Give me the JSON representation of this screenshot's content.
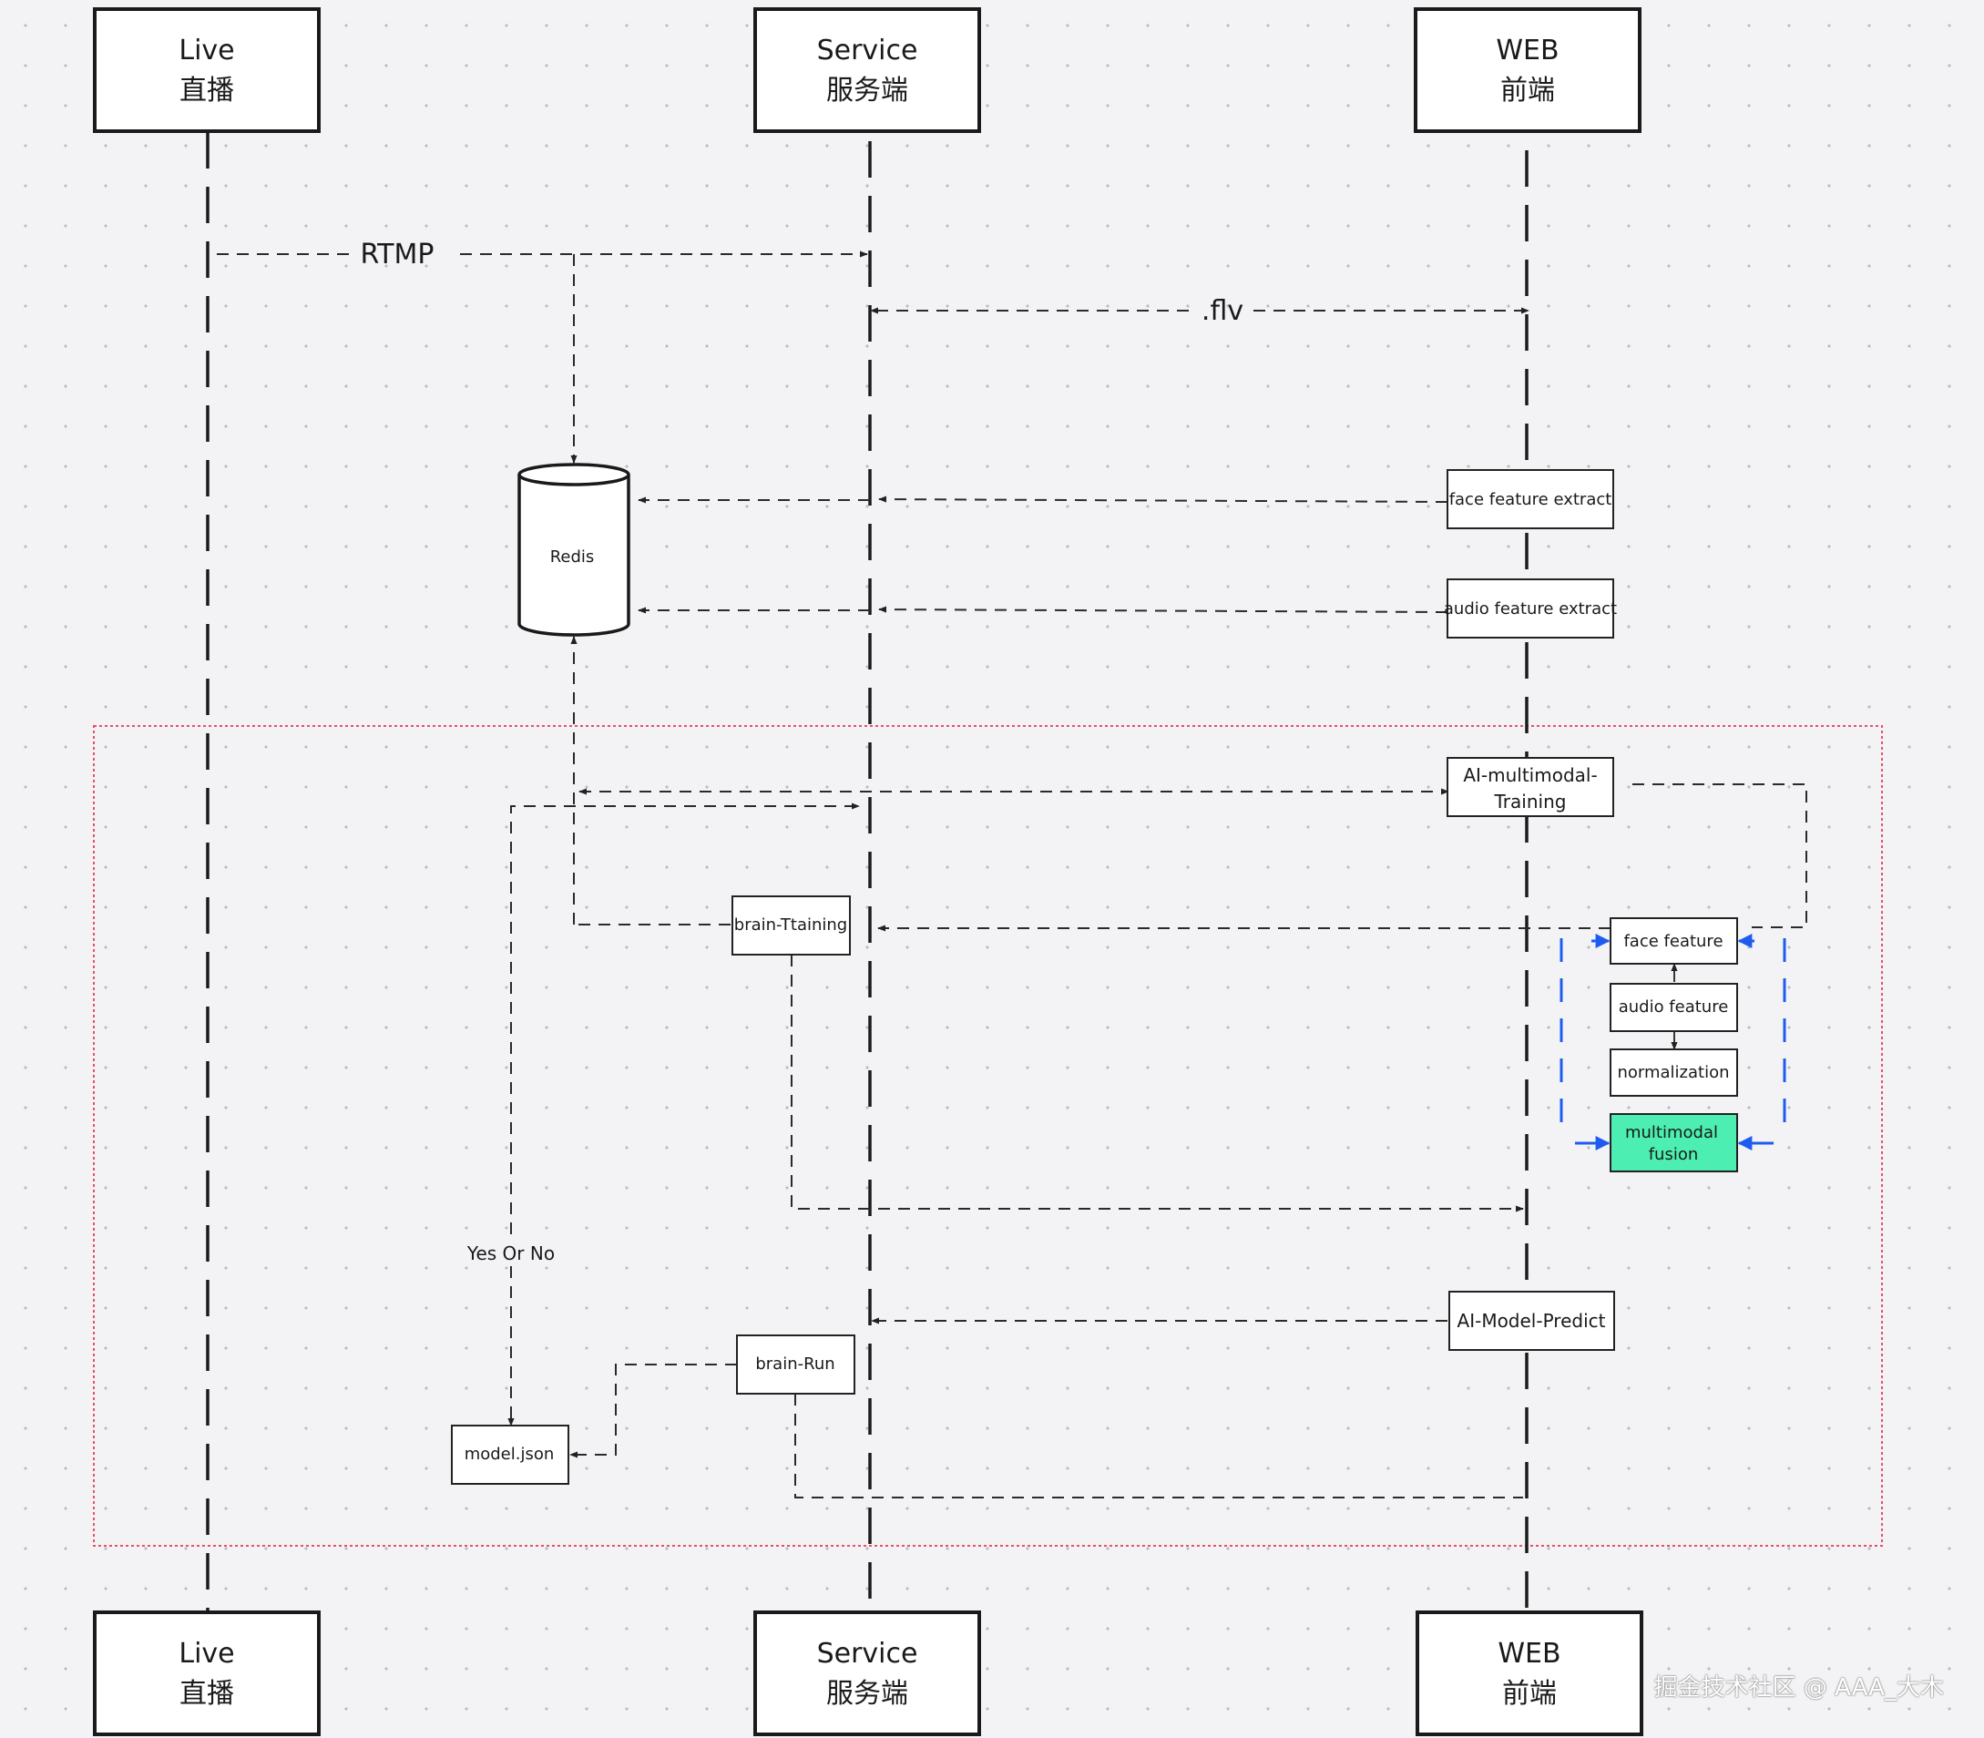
{
  "participants": [
    {
      "name": "Live",
      "sub": "直播"
    },
    {
      "name": "Service",
      "sub": "服务端"
    },
    {
      "name": "WEB",
      "sub": "前端"
    }
  ],
  "messages": {
    "rtmp": "RTMP",
    "flv": ".flv",
    "yes_or_no": "Yes Or No"
  },
  "nodes": {
    "redis": "Redis",
    "face_extract": "face feature extract",
    "audio_extract": "audio feature extract",
    "ai_training_line1": "AI-multimodal-",
    "ai_training_line2": "Training",
    "brain_training": "brain-Ttaining",
    "face_feature": "face feature",
    "audio_feature": "audio feature",
    "normalization": "normalization",
    "fusion_line1": "multimodal",
    "fusion_line2": "fusion",
    "ai_predict": "AI-Model-Predict",
    "brain_run": "brain-Run",
    "model_json": "model.json"
  },
  "colors": {
    "fusion_fill": "#4cefb1",
    "loop_blue": "#1e5cf0",
    "frame_red": "#e8506a"
  },
  "watermark": "掘金技术社区 @ AAA_大木"
}
